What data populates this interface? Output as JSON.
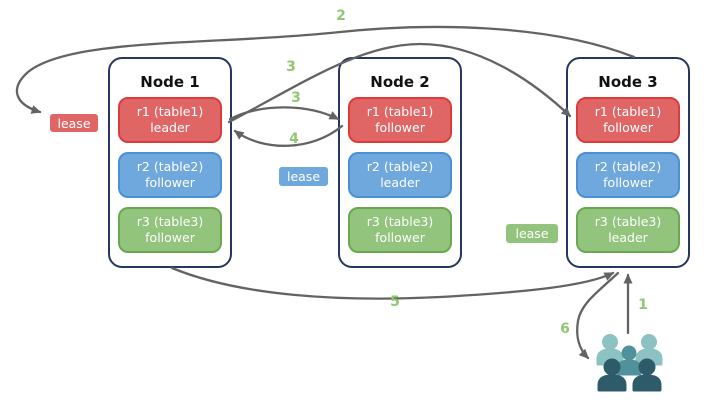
{
  "nodes": [
    {
      "title": "Node 1",
      "replicas": [
        {
          "name": "r1 (table1)",
          "role": "leader",
          "color": "red"
        },
        {
          "name": "r2 (table2)",
          "role": "follower",
          "color": "blue"
        },
        {
          "name": "r3 (table3)",
          "role": "follower",
          "color": "green"
        }
      ]
    },
    {
      "title": "Node 2",
      "replicas": [
        {
          "name": "r1 (table1)",
          "role": "follower",
          "color": "red"
        },
        {
          "name": "r2 (table2)",
          "role": "leader",
          "color": "blue"
        },
        {
          "name": "r3 (table3)",
          "role": "follower",
          "color": "green"
        }
      ]
    },
    {
      "title": "Node 3",
      "replicas": [
        {
          "name": "r1 (table1)",
          "role": "follower",
          "color": "red"
        },
        {
          "name": "r2 (table2)",
          "role": "follower",
          "color": "blue"
        },
        {
          "name": "r3 (table3)",
          "role": "leader",
          "color": "green"
        }
      ]
    }
  ],
  "leases": [
    {
      "label": "lease",
      "color": "red"
    },
    {
      "label": "lease",
      "color": "blue"
    },
    {
      "label": "lease",
      "color": "green"
    }
  ],
  "steps": {
    "s1": "1",
    "s2": "2",
    "s3a": "3",
    "s3b": "3",
    "s4": "4",
    "s5": "5",
    "s6": "6"
  },
  "clients_icon": "users-group-icon",
  "palette": {
    "red_fill": "#e06666",
    "red_border": "#da3b3b",
    "blue_fill": "#6fa8dc",
    "blue_border": "#4a90d4",
    "green_fill": "#93c47d",
    "green_border": "#6aa84f",
    "node_border": "#26365e",
    "arrow": "#636363",
    "step_label": "#8fc872",
    "clients_back": "#8cc2c1",
    "clients_mid": "#51919b",
    "clients_front": "#2e5b69"
  }
}
